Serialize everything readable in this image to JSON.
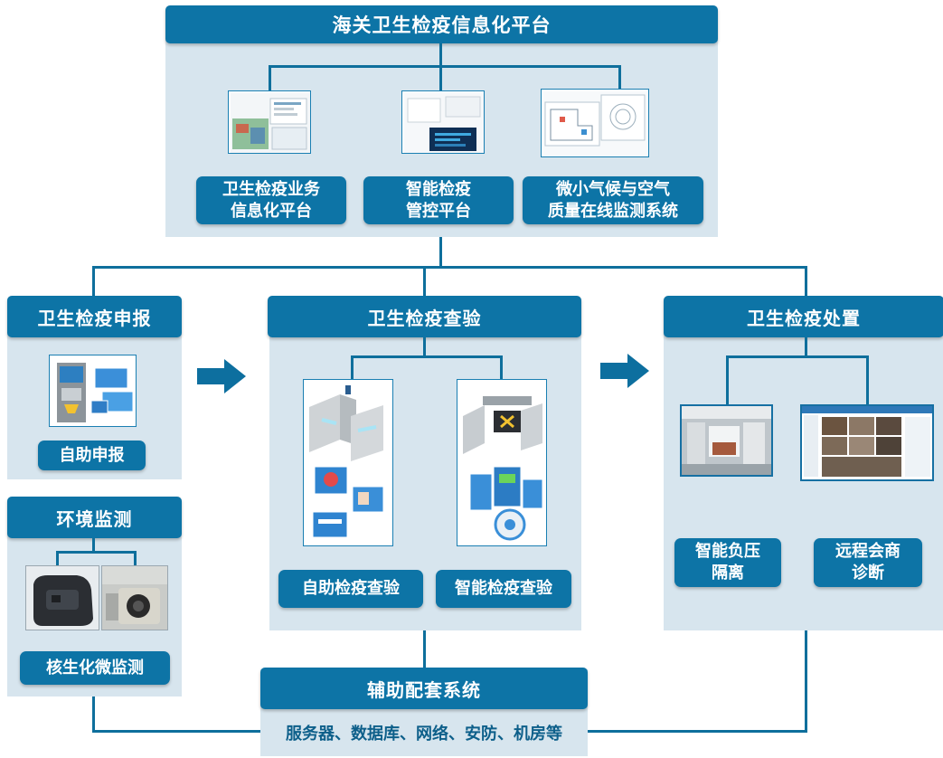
{
  "top": {
    "title": "海关卫生检疫信息化平台",
    "items": [
      {
        "line1": "卫生检疫业务",
        "line2": "信息化平台"
      },
      {
        "line1": "智能检疫",
        "line2": "管控平台"
      },
      {
        "line1": "微小气候与空气",
        "line2": "质量在线监测系统"
      }
    ]
  },
  "declare": {
    "title": "卫生检疫申报",
    "item": "自助申报"
  },
  "env": {
    "title": "环境监测",
    "item": "核生化微监测"
  },
  "inspect": {
    "title": "卫生检疫查验",
    "items": [
      "自助检疫查验",
      "智能检疫查验"
    ]
  },
  "dispose": {
    "title": "卫生检疫处置",
    "items": [
      {
        "line1": "智能负压",
        "line2": "隔离"
      },
      {
        "line1": "远程会商",
        "line2": "诊断"
      }
    ]
  },
  "support": {
    "title": "辅助配套系统",
    "detail": "服务器、数据库、网络、安防、机房等"
  },
  "colors": {
    "accent": "#0d74a6",
    "panel": "#d7e5ee",
    "line": "#0e6f9c"
  }
}
